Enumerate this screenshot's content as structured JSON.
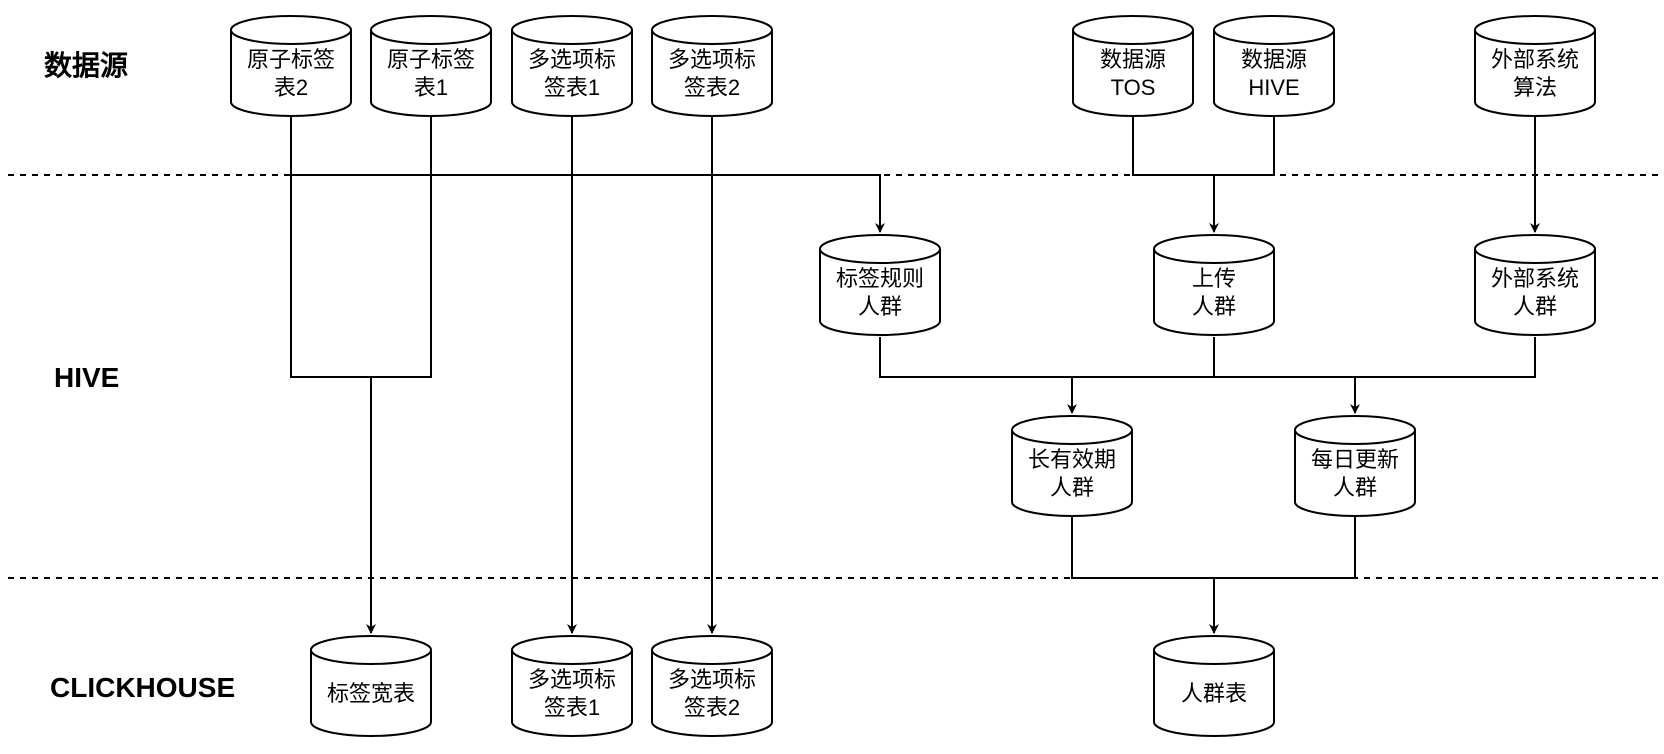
{
  "layers": {
    "datasource": "数据源",
    "hive": "HIVE",
    "clickhouse": "CLICKHOUSE"
  },
  "nodes": {
    "atom_tag_2": [
      "原子标签",
      "表2"
    ],
    "atom_tag_1": [
      "原子标签",
      "表1"
    ],
    "multi_tag_1_src": [
      "多选项标",
      "签表1"
    ],
    "multi_tag_2_src": [
      "多选项标",
      "签表2"
    ],
    "src_tos": [
      "数据源",
      "TOS"
    ],
    "src_hive": [
      "数据源",
      "HIVE"
    ],
    "ext_algo": [
      "外部系统",
      "算法"
    ],
    "tag_rule_crowd": [
      "标签规则",
      "人群"
    ],
    "upload_crowd": [
      "上传",
      "人群"
    ],
    "ext_crowd": [
      "外部系统",
      "人群"
    ],
    "long_valid_crowd": [
      "长有效期",
      "人群"
    ],
    "daily_update_crowd": [
      "每日更新",
      "人群"
    ],
    "tag_wide_table": [
      "标签宽表"
    ],
    "multi_tag_1_ck": [
      "多选项标",
      "签表1"
    ],
    "multi_tag_2_ck": [
      "多选项标",
      "签表2"
    ],
    "crowd_table": [
      "人群表"
    ]
  }
}
